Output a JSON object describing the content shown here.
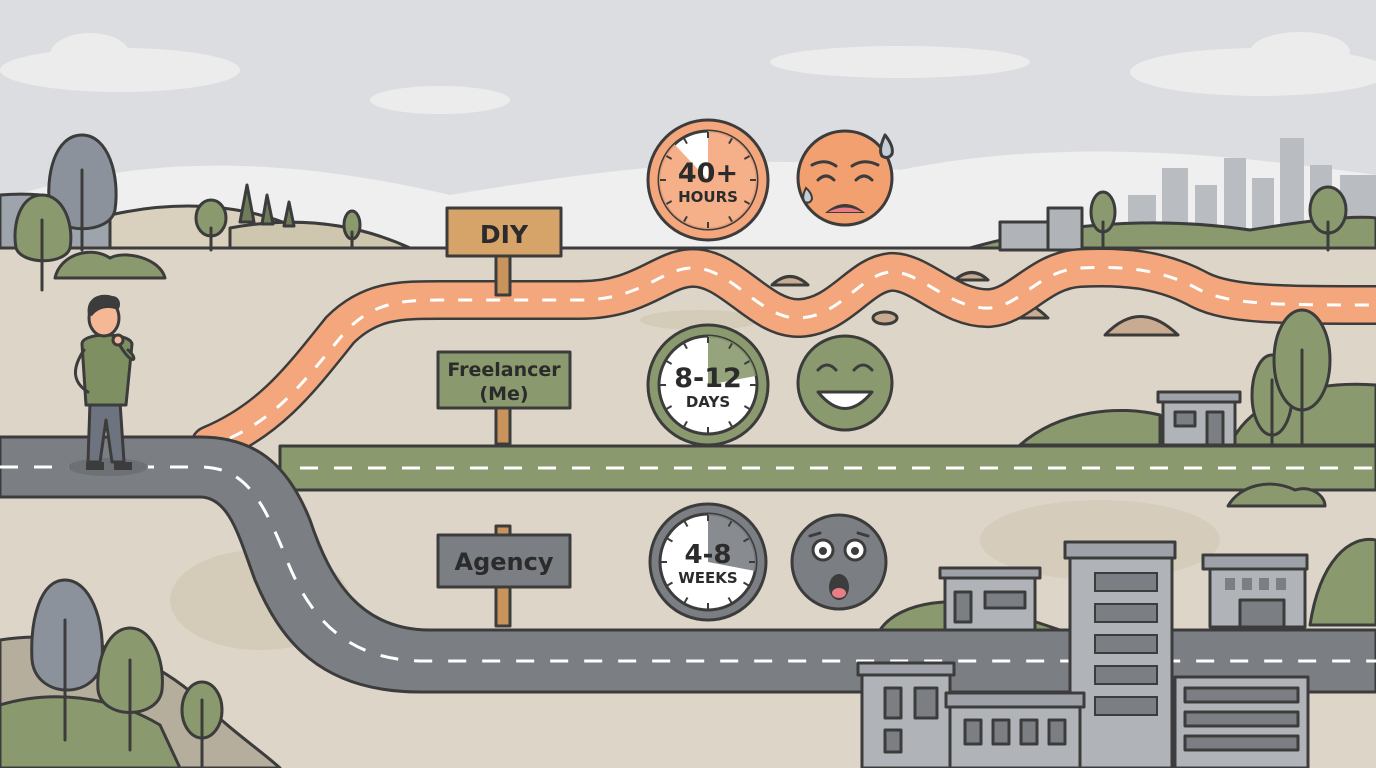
{
  "routes": [
    {
      "sign": "DIY",
      "time_value": "40+",
      "time_unit": "HOURS",
      "mood": "exhausted",
      "color": "#f4a77c",
      "clock_fraction": 0.88
    },
    {
      "sign_line1": "Freelancer",
      "sign_line2": "(Me)",
      "time_value": "8-12",
      "time_unit": "DAYS",
      "mood": "happy",
      "color": "#8a9a6e",
      "clock_fraction": 0.22
    },
    {
      "sign": "Agency",
      "time_value": "4-8",
      "time_unit": "WEEKS",
      "mood": "shocked",
      "color": "#7b7e83",
      "clock_fraction": 0.28
    }
  ],
  "colors": {
    "sky": "#dcdde0",
    "ground": "#ddd6c8",
    "diy_path": "#f4a77c",
    "freelancer_path": "#8a9a6e",
    "agency_road": "#7b7e83",
    "outline": "#3c3c3c"
  },
  "icons": [
    "person-thinking-icon",
    "stopwatch-icon",
    "sweating-face-icon",
    "smiling-face-icon",
    "shocked-face-icon",
    "signpost-icon"
  ]
}
